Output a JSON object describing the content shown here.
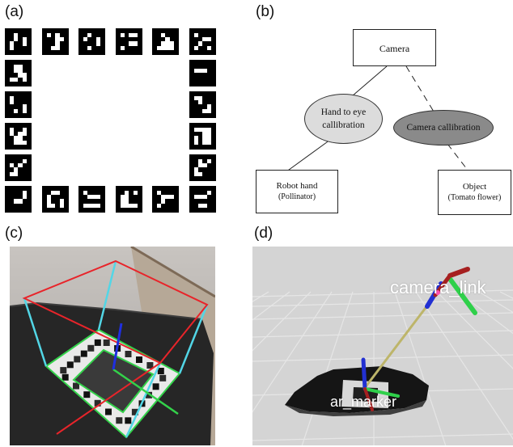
{
  "panels": {
    "a": {
      "label": "(a)"
    },
    "b": {
      "label": "(b)"
    },
    "c": {
      "label": "(c)"
    },
    "d": {
      "label": "(d)"
    }
  },
  "diagram_b": {
    "camera": "Camera",
    "hand_to_eye": [
      "Hand to eye",
      "callibration"
    ],
    "camera_calibration": "Camera callibration",
    "robot_hand": {
      "name": "Robot hand",
      "note": "(Pollinator)"
    },
    "object": {
      "name": "Object",
      "note": "(Tomato flower)"
    }
  },
  "scene_d": {
    "camera_link_label": "camera_link",
    "ar_marker_label": "ar_marker"
  },
  "colors": {
    "axis_red": "#e8242a",
    "axis_green": "#33d24a",
    "axis_blue": "#1f2fe0",
    "pyramid_cyan": "#52d6e6",
    "ellipse_light": "#dcdcdc",
    "ellipse_dark": "#8a8a8a"
  }
}
